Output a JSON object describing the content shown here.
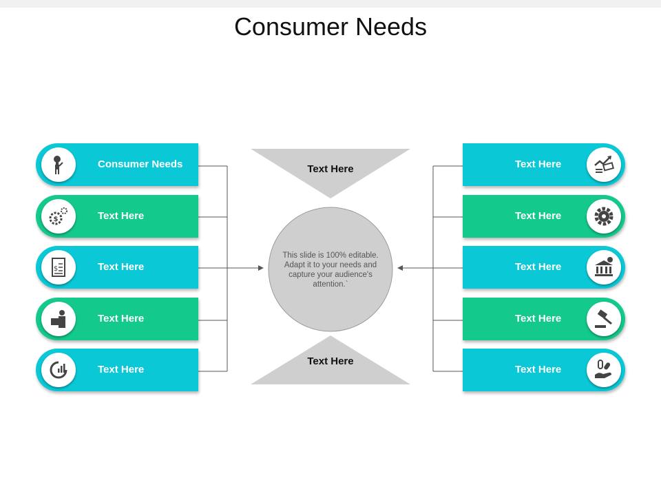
{
  "title": "Consumer Needs",
  "colors": {
    "cyan": "#0ac8d6",
    "green": "#14c98c",
    "gray": "#d0cfcf"
  },
  "left_cards": [
    {
      "label": "Consumer Needs",
      "icon": "person-bulb-icon",
      "color": "cyan"
    },
    {
      "label": "Text Here",
      "icon": "dollar-gears-icon",
      "color": "green"
    },
    {
      "label": "Text Here",
      "icon": "invoice-icon",
      "color": "cyan"
    },
    {
      "label": "Text Here",
      "icon": "person-box-icon",
      "color": "green"
    },
    {
      "label": "Text Here",
      "icon": "pie-chart-icon",
      "color": "cyan"
    }
  ],
  "right_cards": [
    {
      "label": "Text Here",
      "icon": "money-growth-icon",
      "color": "cyan"
    },
    {
      "label": "Text Here",
      "icon": "gear-icon",
      "color": "green"
    },
    {
      "label": "Text Here",
      "icon": "bank-icon",
      "color": "cyan"
    },
    {
      "label": "Text Here",
      "icon": "gavel-icon",
      "color": "green"
    },
    {
      "label": "Text Here",
      "icon": "pill-hand-icon",
      "color": "cyan"
    }
  ],
  "top_triangle_label": "Text Here",
  "bottom_triangle_label": "Text Here",
  "center_text": "This slide is 100% editable. Adapt it to your needs and capture your audience's attention.`"
}
